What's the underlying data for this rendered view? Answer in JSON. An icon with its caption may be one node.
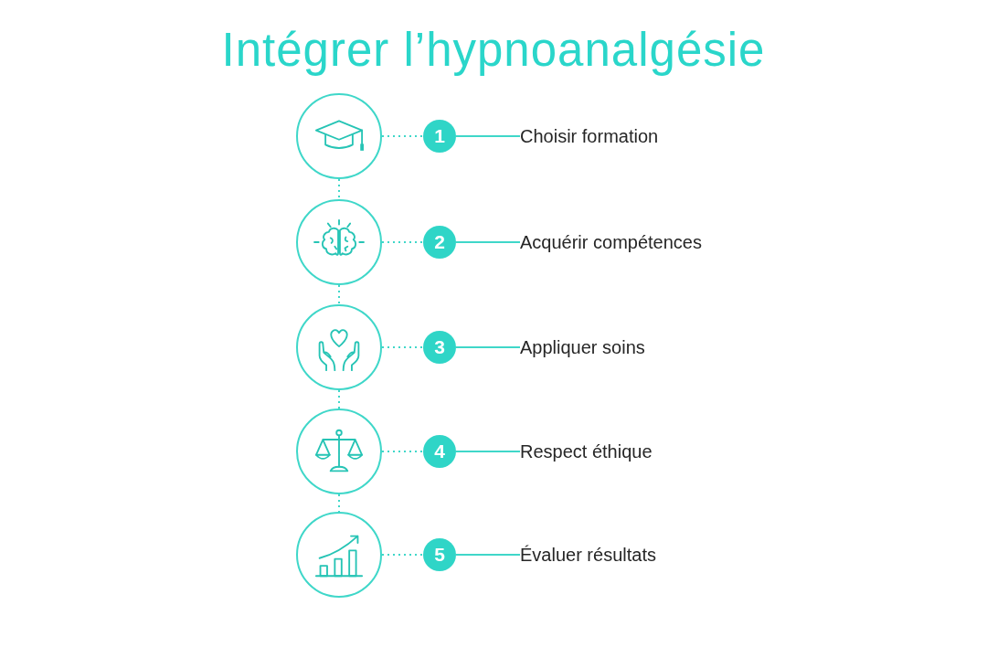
{
  "diagram": {
    "title": "Intégrer l’hypnoanalgésie",
    "nodes": [
      {
        "text": [],
        "shape": "circle"
      },
      {
        "text": [
          "1"
        ]
      },
      {
        "text": [
          "Choisir formation"
        ]
      },
      {
        "text": [],
        "shape": "circle"
      },
      {
        "text": [
          "2"
        ]
      },
      {
        "text": [
          "Acquérir compétences"
        ]
      },
      {
        "text": [],
        "shape": "circle"
      },
      {
        "text": [
          "3"
        ]
      },
      {
        "text": [
          "Appliquer soins"
        ]
      },
      {
        "text": [],
        "shape": "circle"
      },
      {
        "text": [
          "4"
        ]
      },
      {
        "text": [
          "Respect éthique"
        ]
      },
      {
        "text": [],
        "shape": "circle"
      },
      {
        "text": [
          "5"
        ]
      },
      {
        "text": [
          "Évaluer résultats"
        ]
      }
    ],
    "edges": [
      {
        "from": 0,
        "to": 1,
        "arrow": "none",
        "style": "dashed"
      },
      {
        "from": 1,
        "to": 2,
        "arrow": "none"
      },
      {
        "from": 0,
        "to": 3,
        "arrow": "none",
        "style": "dashed"
      },
      {
        "from": 3,
        "to": 4,
        "arrow": "none",
        "style": "dashed"
      },
      {
        "from": 4,
        "to": 5,
        "arrow": "none"
      },
      {
        "from": 3,
        "to": 6,
        "arrow": "none",
        "style": "dashed"
      },
      {
        "from": 6,
        "to": 7,
        "arrow": "none",
        "style": "dashed"
      },
      {
        "from": 7,
        "to": 8,
        "arrow": "none"
      },
      {
        "from": 6,
        "to": 9,
        "arrow": "none",
        "style": "dashed"
      },
      {
        "from": 9,
        "to": 10,
        "arrow": "none",
        "style": "dashed"
      },
      {
        "from": 10,
        "to": 11,
        "arrow": "none"
      },
      {
        "from": 9,
        "to": 12,
        "arrow": "none",
        "style": "dashed"
      },
      {
        "from": 12,
        "to": 13,
        "arrow": "none",
        "style": "dashed"
      },
      {
        "from": 13,
        "to": 14,
        "arrow": "none"
      }
    ]
  }
}
